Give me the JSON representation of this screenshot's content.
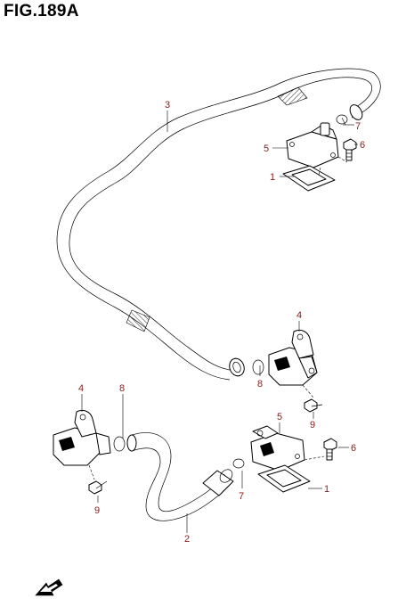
{
  "figure_title": "FIG.189A",
  "callouts": [
    {
      "id": "c3",
      "label": "3"
    },
    {
      "id": "c7a",
      "label": "7"
    },
    {
      "id": "c6a",
      "label": "6"
    },
    {
      "id": "c5a",
      "label": "5"
    },
    {
      "id": "c1a",
      "label": "1"
    },
    {
      "id": "c4a",
      "label": "4"
    },
    {
      "id": "c8a",
      "label": "8"
    },
    {
      "id": "c9a",
      "label": "9"
    },
    {
      "id": "c4b",
      "label": "4"
    },
    {
      "id": "c8b",
      "label": "8"
    },
    {
      "id": "c5b",
      "label": "5"
    },
    {
      "id": "c6b",
      "label": "6"
    },
    {
      "id": "c1b",
      "label": "1"
    },
    {
      "id": "c7b",
      "label": "7"
    },
    {
      "id": "c9b",
      "label": "9"
    },
    {
      "id": "c2",
      "label": "2"
    }
  ],
  "colors": {
    "callout_text": "#8b1a1a",
    "line": "#000000",
    "hatch": "#000000"
  },
  "icons": {
    "fwd_arrow": "fwd-arrow-icon"
  }
}
